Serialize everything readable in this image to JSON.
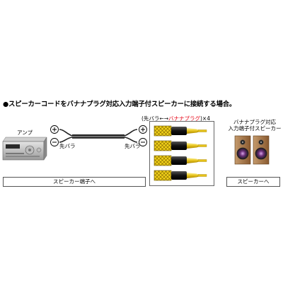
{
  "heading": "●スピーカーコードをバナナプラグ対応入力端子付スピーカーに接続する場合。",
  "amp_label": "アンプ",
  "saki_bara_left": "先バラ",
  "saki_bara_right": "先バラ",
  "conversion": {
    "prefix": "(先バラ←→",
    "highlight": "バナナプラグ",
    "suffix": ")×4"
  },
  "speaker_caption": {
    "line1": "バナナプラグ対応",
    "line2": "入力端子付スピーカー"
  },
  "bottom_labels": {
    "left": "スピーカー端子へ",
    "right": "スピーカーへ"
  },
  "colors": {
    "plug_yellow": "#f2d21a",
    "plug_black": "#111111",
    "accent_red": "#e60012"
  }
}
